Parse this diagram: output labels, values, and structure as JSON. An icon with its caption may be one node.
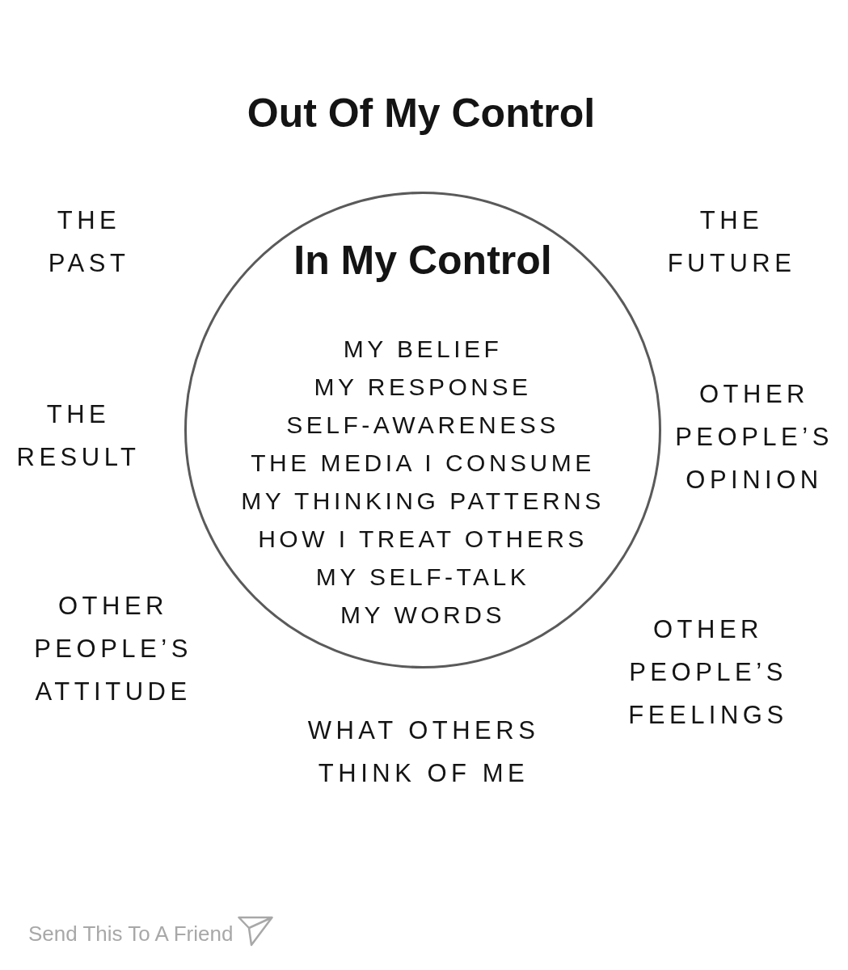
{
  "diagram": {
    "title": "Out Of My Control",
    "nodes": [
      {
        "text": [
          "In My Control",
          "MY BELIEF",
          "MY RESPONSE",
          "SELF-AWARENESS",
          "THE MEDIA I CONSUME",
          "MY THINKING PATTERNS",
          "HOW I TREAT OTHERS",
          "MY SELF-TALK",
          "MY WORDS"
        ]
      }
    ],
    "labels": [
      "THE PAST",
      "THE FUTURE",
      "THE RESULT",
      "OTHER PEOPLE’S OPINION",
      "OTHER PEOPLE’S ATTITUDE",
      "OTHER PEOPLE’S FEELINGS",
      "WHAT OTHERS THINK OF ME",
      "Send This To A Friend"
    ]
  }
}
